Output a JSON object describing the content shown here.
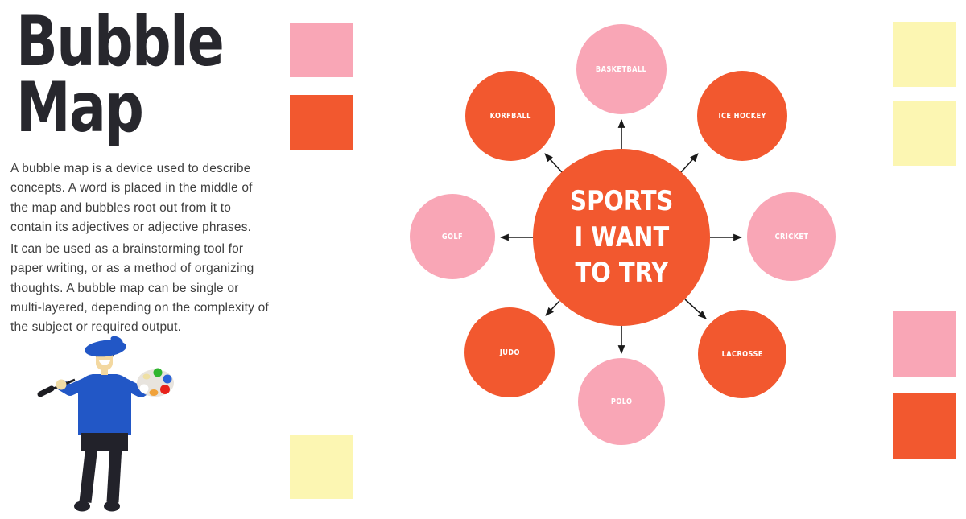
{
  "page": {
    "title_line1": "Bubble",
    "title_line2": "Map"
  },
  "description": {
    "para1": "A bubble map is a device used to describe concepts. A word is placed in the middle of the map and bubbles root out from it to contain its adjectives or adjective phrases.",
    "para2": "It can be used as a brainstorming tool for paper writing, or as a method of organizing thoughts. A bubble map can be single or multi-layered, depending on the complexity of the subject or required output."
  },
  "diagram": {
    "center": {
      "line1": "SPORTS",
      "line2": "I WANT",
      "line3": "TO TRY",
      "color": "orange"
    },
    "bubbles": [
      {
        "label": "BASKETBALL",
        "color": "pink",
        "position": "top"
      },
      {
        "label": "ICE HOCKEY",
        "color": "orange",
        "position": "top-right"
      },
      {
        "label": "CRICKET",
        "color": "pink",
        "position": "right"
      },
      {
        "label": "LACROSSE",
        "color": "orange",
        "position": "bottom-right"
      },
      {
        "label": "POLO",
        "color": "pink",
        "position": "bottom"
      },
      {
        "label": "JUDO",
        "color": "orange",
        "position": "bottom-left"
      },
      {
        "label": "GOLF",
        "color": "pink",
        "position": "left"
      },
      {
        "label": "KORFBALL",
        "color": "orange",
        "position": "top-left"
      }
    ]
  },
  "decor": {
    "squares": [
      {
        "name": "left-pink",
        "color": "pink"
      },
      {
        "name": "left-orange",
        "color": "orange"
      },
      {
        "name": "left-yellow",
        "color": "yellow"
      },
      {
        "name": "right-yellow-1",
        "color": "yellow"
      },
      {
        "name": "right-yellow-2",
        "color": "yellow"
      },
      {
        "name": "right-pink",
        "color": "pink"
      },
      {
        "name": "right-orange",
        "color": "orange"
      }
    ]
  },
  "colors": {
    "orange": "#F2582F",
    "pink": "#F9A6B6",
    "yellow": "#FCF6B2",
    "title_text": "#27272D",
    "body_text": "#3E3E3E",
    "bubble_text": "#FFFFFF",
    "arrow": "#1A1A1A"
  }
}
